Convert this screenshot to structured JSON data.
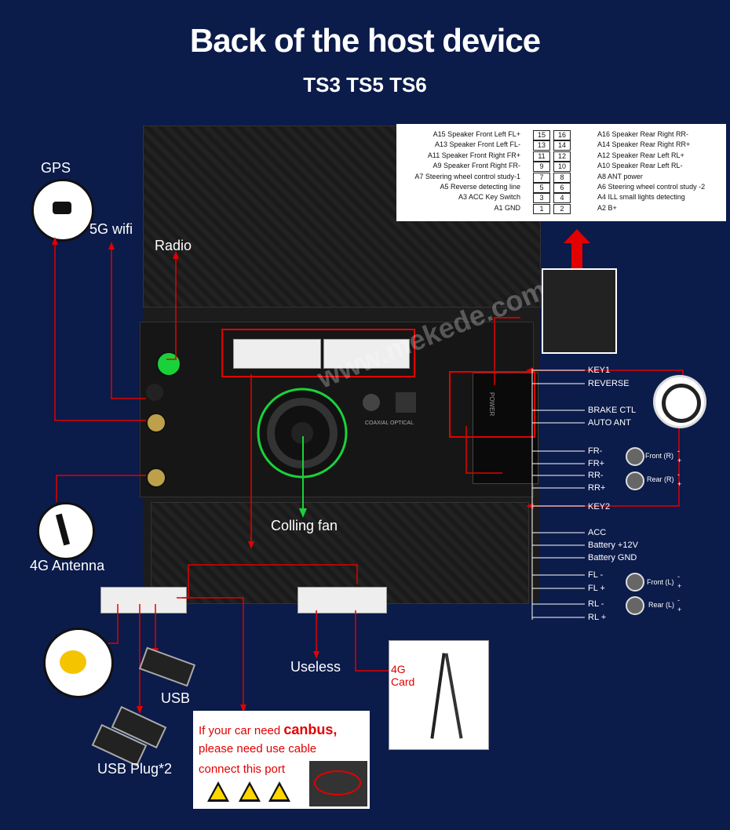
{
  "header": {
    "title": "Back of the host device",
    "subtitle": "TS3 TS5 TS6"
  },
  "pinout": {
    "left": [
      {
        "label": "A15  Speaker Front Left FL+",
        "pin": "15"
      },
      {
        "label": "A13  Speaker Front Left FL-",
        "pin": "13"
      },
      {
        "label": "A11  Speaker Front Right FR+",
        "pin": "11"
      },
      {
        "label": "A9   Speaker Front Right FR-",
        "pin": "9"
      },
      {
        "label": "A7   Steering wheel control study-1",
        "pin": "7"
      },
      {
        "label": "A5   Reverse detecting line",
        "pin": "5"
      },
      {
        "label": "A3 ACC Key Switch",
        "pin": "3"
      },
      {
        "label": "A1 GND",
        "pin": "1"
      }
    ],
    "right": [
      {
        "label": "A16 Speaker Rear Right RR-",
        "pin": "16"
      },
      {
        "label": "A14 Speaker Rear Right RR+",
        "pin": "14"
      },
      {
        "label": "A12 Speaker Rear Left RL+",
        "pin": "12"
      },
      {
        "label": "A10 Speaker Rear Left RL-",
        "pin": "10"
      },
      {
        "label": "A8   ANT power",
        "pin": "8"
      },
      {
        "label": "A6   Steering wheel control study -2",
        "pin": "6"
      },
      {
        "label": "A4   ILL small lights detecting",
        "pin": "4"
      },
      {
        "label": "A2   B+",
        "pin": "2"
      }
    ]
  },
  "labels": {
    "gps": "GPS",
    "wifi": "5G wifi",
    "radio": "Radio",
    "antenna": "4G Antenna",
    "fan": "Colling fan",
    "usb": "USB",
    "usb_plug": "USB Plug*2",
    "useless": "Useless",
    "card": "4G\nCard",
    "watermark": "www.mekede.com"
  },
  "device_markings": {
    "power": "POWER",
    "coaxial": "COAXIAL OPTICAL"
  },
  "wires": {
    "key1": "KEY1",
    "reverse": "REVERSE",
    "brake": "BRAKE CTL",
    "auto_ant": "AUTO ANT",
    "fr_minus": "FR-",
    "fr_plus": "FR+",
    "rr_minus": "RR-",
    "rr_plus": "RR+",
    "key2": "KEY2",
    "acc": "ACC",
    "battery": "Battery +12V",
    "gnd": "Battery GND",
    "fl_minus": "FL -",
    "fl_plus": "FL +",
    "rl_minus": "RL -",
    "rl_plus": "RL +"
  },
  "speakers": {
    "front_r": "Front (R)",
    "rear_r": "Rear (R)",
    "front_l": "Front (L)",
    "rear_l": "Rear (L)",
    "minus": "-",
    "plus": "+"
  },
  "note": {
    "line1_prefix": "If your car need ",
    "line1_bold": "canbus,",
    "line2": "please need use cable",
    "line3": "connect this port"
  },
  "colors": {
    "background": "#0b1b4a",
    "accent_red": "#e30000",
    "fan_green": "#19d23a"
  }
}
